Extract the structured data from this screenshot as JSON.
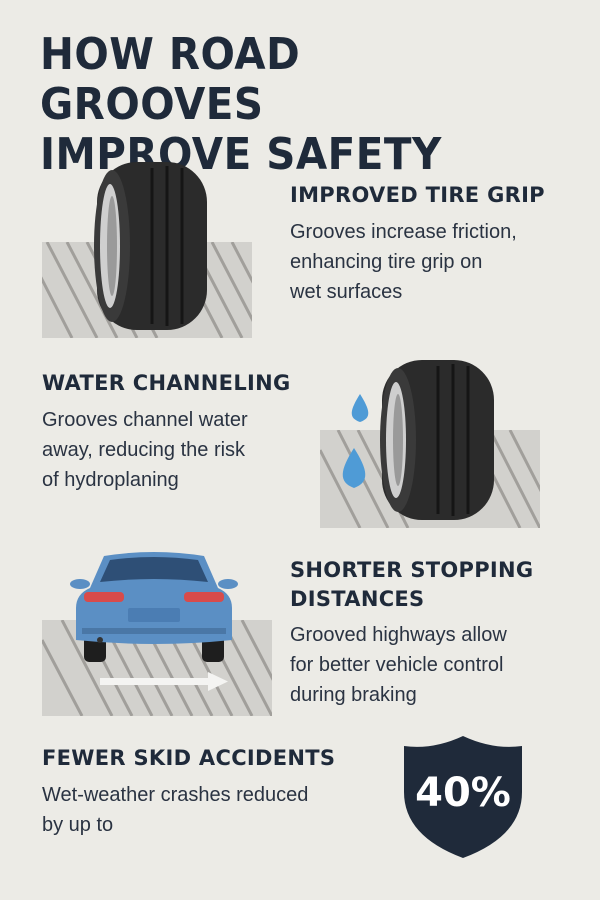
{
  "title_line1": "HOW ROAD GROOVES",
  "title_line2": "IMPROVE SAFETY",
  "sections": [
    {
      "heading": "IMPROVED TIRE GRIP",
      "lines": [
        "Grooves increase friction,",
        "enhancing tire grip on",
        "wet surfaces"
      ],
      "icon": "tire-icon"
    },
    {
      "heading": "WATER CHANNELING",
      "lines": [
        "Grooves channel water",
        "away, reducing the risk",
        "of hydroplaning"
      ],
      "icon": "tire-with-water-drops-icon"
    },
    {
      "heading_lines": [
        "SHORTER STOPPING",
        "DISTANCES"
      ],
      "lines": [
        "Grooved highways allow",
        "for better vehicle control",
        "during braking"
      ],
      "icon": "car-rear-icon"
    },
    {
      "heading": "FEWER SKID ACCIDENTS",
      "lines": [
        "Wet-weather crashes reduced",
        "by up to"
      ],
      "badge": "40%",
      "icon": "shield-icon"
    }
  ],
  "colors": {
    "background": "#ecebe6",
    "text": "#1f2a3a",
    "road": "#d2d1cd",
    "groove": "#9c9b97",
    "tire": "#2b2b2b",
    "car": "#5b8fc4",
    "water": "#4f9bd6",
    "shield": "#1f2a3a"
  }
}
